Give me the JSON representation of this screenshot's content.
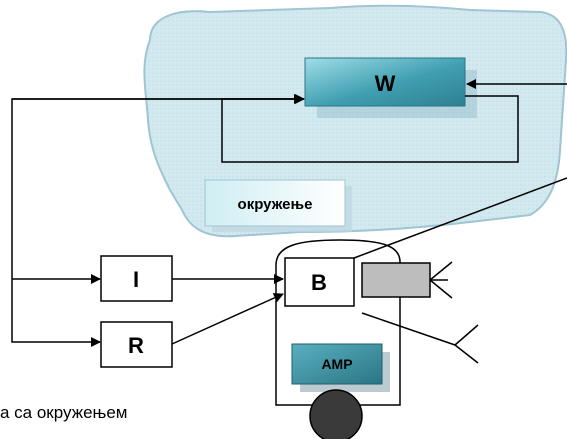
{
  "diagram": {
    "world_box": "W",
    "environment_box": "окружење",
    "block_i": "I",
    "block_r": "R",
    "block_b": "B",
    "block_amp": "AMP",
    "caption_fragment": "а са окружењем"
  },
  "colors": {
    "cloud_fill": "#cfe7ef",
    "cloud_edge": "#9fc4d2",
    "teal_box": "#3f9fb0",
    "teal_box_light": "#8fd3df",
    "amp_box": "#3a8a9a",
    "actuator_fill": "#bdbdbd",
    "wheel_fill": "#3a3a3a",
    "line": "#000000"
  }
}
